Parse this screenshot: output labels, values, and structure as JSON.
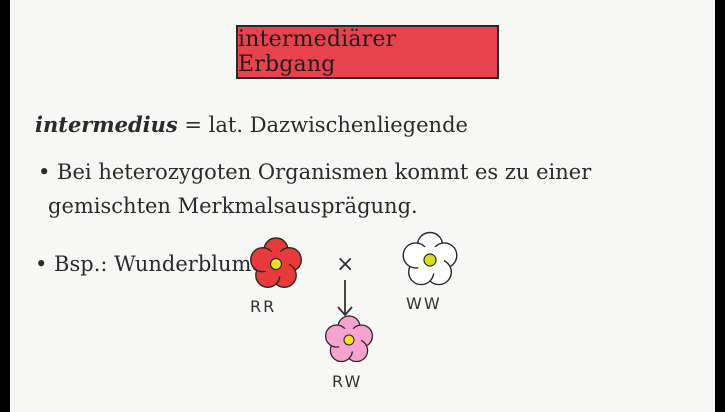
{
  "title": "intermediärer Erbgang",
  "definition": {
    "term": "intermedius",
    "rest": " = lat. Dazwischenliegende"
  },
  "bullet1": {
    "line1": "• Bei heterozygoten Organismen kommt es zu einer",
    "line2": "gemischten Merkmalsausprägung."
  },
  "example": {
    "label": "• Bsp.: Wunderblume",
    "cross_symbol": "×",
    "red": {
      "genotype": "RR",
      "petal_color": "#e83a3a",
      "center_color": "#f2e01a"
    },
    "white": {
      "genotype": "WW",
      "petal_color": "#ffffff",
      "center_color": "#d8dc1a"
    },
    "pink": {
      "genotype": "RW",
      "petal_color": "#f7a2d0",
      "center_color": "#f2e01a"
    }
  }
}
